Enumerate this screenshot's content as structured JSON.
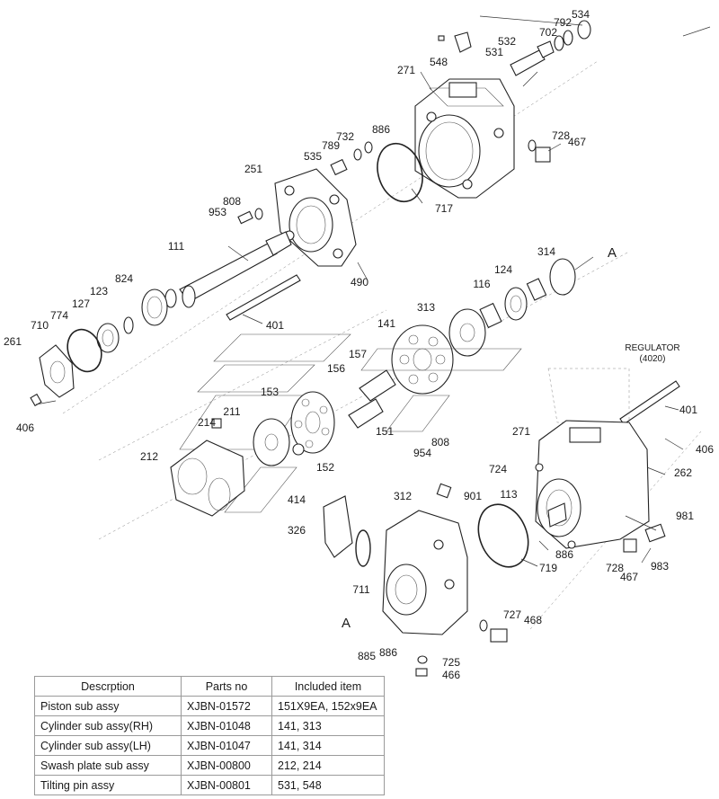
{
  "callouts": [
    "534",
    "792",
    "702",
    "532",
    "531",
    "548",
    "271",
    "886",
    "732",
    "789",
    "535",
    "728",
    "467",
    "251",
    "808",
    "953",
    "717",
    "111",
    "490",
    "824",
    "127",
    "123",
    "774",
    "710",
    "261",
    "401",
    "314",
    "124",
    "116",
    "313",
    "141",
    "157",
    "156",
    "153",
    "214",
    "211",
    "151",
    "406",
    "212",
    "152",
    "954",
    "808",
    "724",
    "901",
    "414",
    "312",
    "113",
    "326",
    "271",
    "406",
    "262",
    "981",
    "719",
    "886",
    "728",
    "467",
    "983",
    "711",
    "727",
    "468",
    "885",
    "886",
    "725",
    "466",
    "401"
  ],
  "regulator": {
    "title": "REGULATOR",
    "code": "(4020)"
  },
  "section_marks": [
    "A",
    "A"
  ],
  "table": {
    "headers": [
      "Descrption",
      "Parts no",
      "Included item"
    ],
    "rows": [
      [
        "Piston sub assy",
        "XJBN-01572",
        "151X9EA, 152x9EA"
      ],
      [
        "Cylinder sub assy(RH)",
        "XJBN-01048",
        "141, 313"
      ],
      [
        "Cylinder sub assy(LH)",
        "XJBN-01047",
        "141, 314"
      ],
      [
        "Swash plate sub assy",
        "XJBN-00800",
        "212, 214"
      ],
      [
        "Tilting pin assy",
        "XJBN-00801",
        "531, 548"
      ]
    ]
  }
}
